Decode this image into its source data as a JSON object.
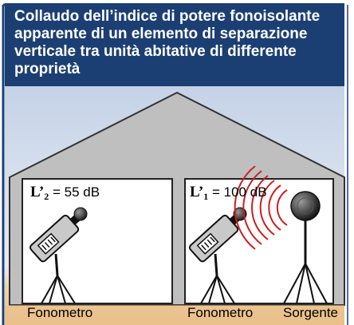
{
  "title": "Collaudo dell’indice di potere fonoisolante apparente di un elemento di separazione verticale tra unità abitative di differente proprietà",
  "rooms": {
    "left": {
      "symbol": "L’",
      "subscript": "2",
      "value_text": "= 55 dB"
    },
    "right": {
      "symbol": "L’",
      "subscript": "1",
      "value_text": "= 100 dB"
    }
  },
  "labels": {
    "left_meter": "Fonometro",
    "right_meter": "Fonometro",
    "source": "Sorgente"
  },
  "colors": {
    "title_background": "#1c3f73",
    "house_fill": "#bfbfbf",
    "sky_top": "#c5d2e6",
    "ground": "#e9c08a",
    "sound_waves": "#cc1f1f"
  }
}
